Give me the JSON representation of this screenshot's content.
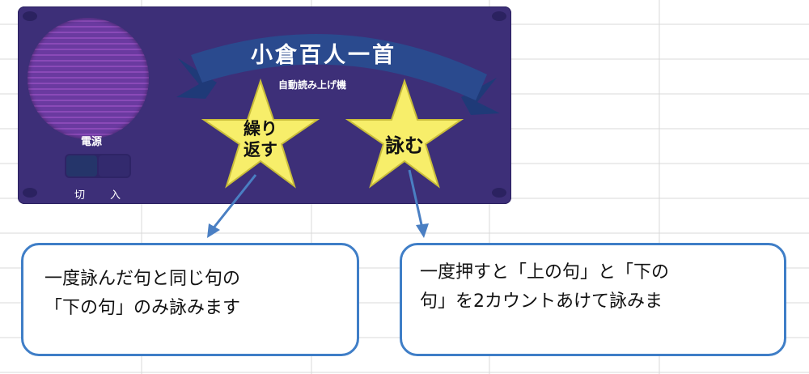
{
  "device": {
    "title": "小倉百人一首",
    "subtitle": "自動読み上げ機",
    "power_label": "電源",
    "switch_off_label": "切",
    "switch_on_label": "入"
  },
  "buttons": {
    "repeat": {
      "line1": "繰り",
      "line2": "返す"
    },
    "read": {
      "label": "詠む"
    }
  },
  "callouts": {
    "left": {
      "line1": "一度詠んだ句と同じ句の",
      "line2": "「下の句」のみ詠みます"
    },
    "right": {
      "line1": "一度押すと「上の句」と「下の",
      "line2": "句」を2カウントあけて詠みま"
    }
  },
  "colors": {
    "panel": "#3d2f78",
    "banner": "#2a4a8e",
    "star": "#f7ee6a",
    "callout_border": "#3f7ec7",
    "arrow": "#4a7fc3"
  }
}
